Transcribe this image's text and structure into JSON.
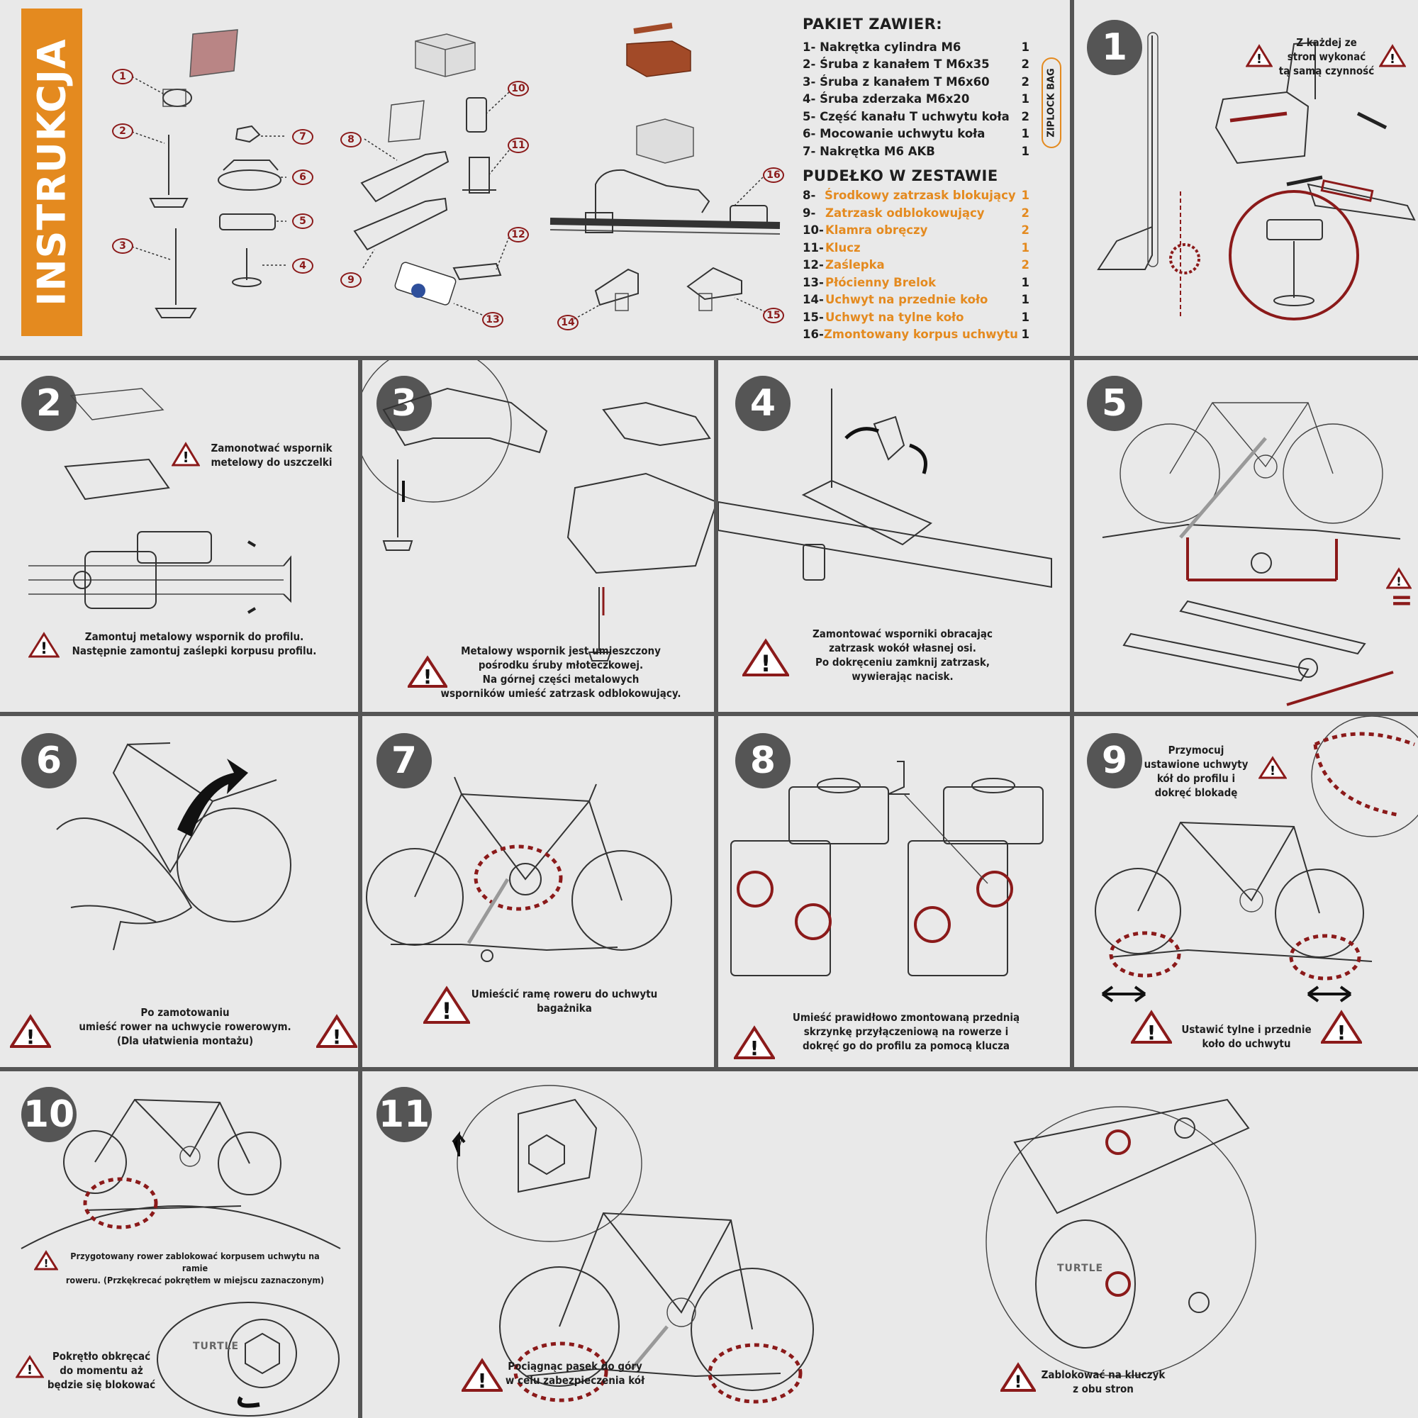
{
  "brand_label": "INSTRUKCJA",
  "colors": {
    "accent": "#e48a1f",
    "dark_red": "#8b1a1a",
    "step_circle": "#555555",
    "background": "#e9e9e9"
  },
  "parts": {
    "pack_title": "PAKIET ZAWIER:",
    "box_title": "PUDEŁKO W ZESTAWIE",
    "ziplock": "ZIPLOCK BAG",
    "pack_items": [
      {
        "label": "1- Nakrętka cylindra M6",
        "qty": "1"
      },
      {
        "label": "2- Śruba z kanałem T M6x35",
        "qty": "2"
      },
      {
        "label": "3- Śruba z kanałem T M6x60",
        "qty": "2"
      },
      {
        "label": "4- Śruba zderzaka M6x20",
        "qty": "1"
      },
      {
        "label": "5- Część kanału T uchwytu koła",
        "qty": "2"
      },
      {
        "label": "6- Mocowanie uchwytu koła",
        "qty": "1"
      },
      {
        "label": "7- Nakrętka M6 AKB",
        "qty": "1"
      }
    ],
    "box_items": [
      {
        "no": "8-",
        "label": "Środkowy zatrzask blokujący",
        "qty": "1"
      },
      {
        "no": "9-",
        "label": "Zatrzask odblokowujący",
        "qty": "2"
      },
      {
        "no": "10-",
        "label": "Klamra obręczy",
        "qty": "2"
      },
      {
        "no": "11-",
        "label": "Klucz",
        "qty": "1"
      },
      {
        "no": "12-",
        "label": "Zaślepka",
        "qty": "2"
      },
      {
        "no": "13-",
        "label": "Płócienny Brelok",
        "qty": "1"
      },
      {
        "no": "14-",
        "label": "Uchwyt na przednie koło",
        "qty": "1"
      },
      {
        "no": "15-",
        "label": "Uchwyt na tylne koło",
        "qty": "1"
      },
      {
        "no": "16-",
        "label": "Zmontowany korpus uchwytu",
        "qty": "1"
      }
    ],
    "callouts": [
      "1",
      "2",
      "3",
      "4",
      "5",
      "6",
      "7",
      "8",
      "9",
      "10",
      "11",
      "12",
      "13",
      "14",
      "15",
      "16"
    ]
  },
  "steps": {
    "s1": {
      "num": "1",
      "text": "Z każdej ze\nstron wykonać\ntą samą czynność"
    },
    "s2": {
      "num": "2",
      "text_top": "Zamonotwać wspornik\nmetelowy do uszczelki",
      "text_bottom": "Zamontuj metalowy wspornik do profilu.\nNastępnie zamontuj zaślepki korpusu profilu."
    },
    "s3": {
      "num": "3",
      "text": "Metalowy wspornik jest umieszczony\npośrodku śruby młoteczkowej.\nNa górnej części metalowych\nwsporników umieść zatrzask odblokowujący."
    },
    "s4": {
      "num": "4",
      "text": "Zamontować wsporniki obracając\nzatrzask wokół własnej osi.\nPo dokręceniu zamknij zatrzask,\nwywierając nacisk."
    },
    "s5": {
      "num": "5",
      "equals": "="
    },
    "s6": {
      "num": "6",
      "text": "Po zamotowaniu\numieść rower na uchwycie rowerowym.\n(Dla ułatwienia montażu)"
    },
    "s7": {
      "num": "7",
      "text": "Umieścić ramę roweru do uchwytu\nbagażnika"
    },
    "s8": {
      "num": "8",
      "text": "Umieść prawidłowo zmontowaną przednią\nskrzynkę przyłączeniową na rowerze i\ndokręć go do profilu za pomocą klucza"
    },
    "s9": {
      "num": "9",
      "text_top": "Przymocuj\nustawione uchwyty\nkół do profilu i\ndokręć blokadę",
      "text_bottom": "Ustawić tylne i przednie\nkoło do uchwytu"
    },
    "s10": {
      "num": "10",
      "text_top": "Przygotowany rower zablokować korpusem uchwytu na ramie\nroweru. (Przkękrecać pokrętłem w miejscu zaznaczonym)",
      "text_bottom": "Pokrętło obkręcać\ndo momentu aż\nbędzie się blokować",
      "logo": "TURTLE"
    },
    "s11": {
      "num": "11",
      "text_mid": "Pociągnąc pasek do góry\nw celu zabezpieczenia kół",
      "text_right": "Zablokować na kluczyk\nz obu stron",
      "logo": "TURTLE"
    }
  }
}
